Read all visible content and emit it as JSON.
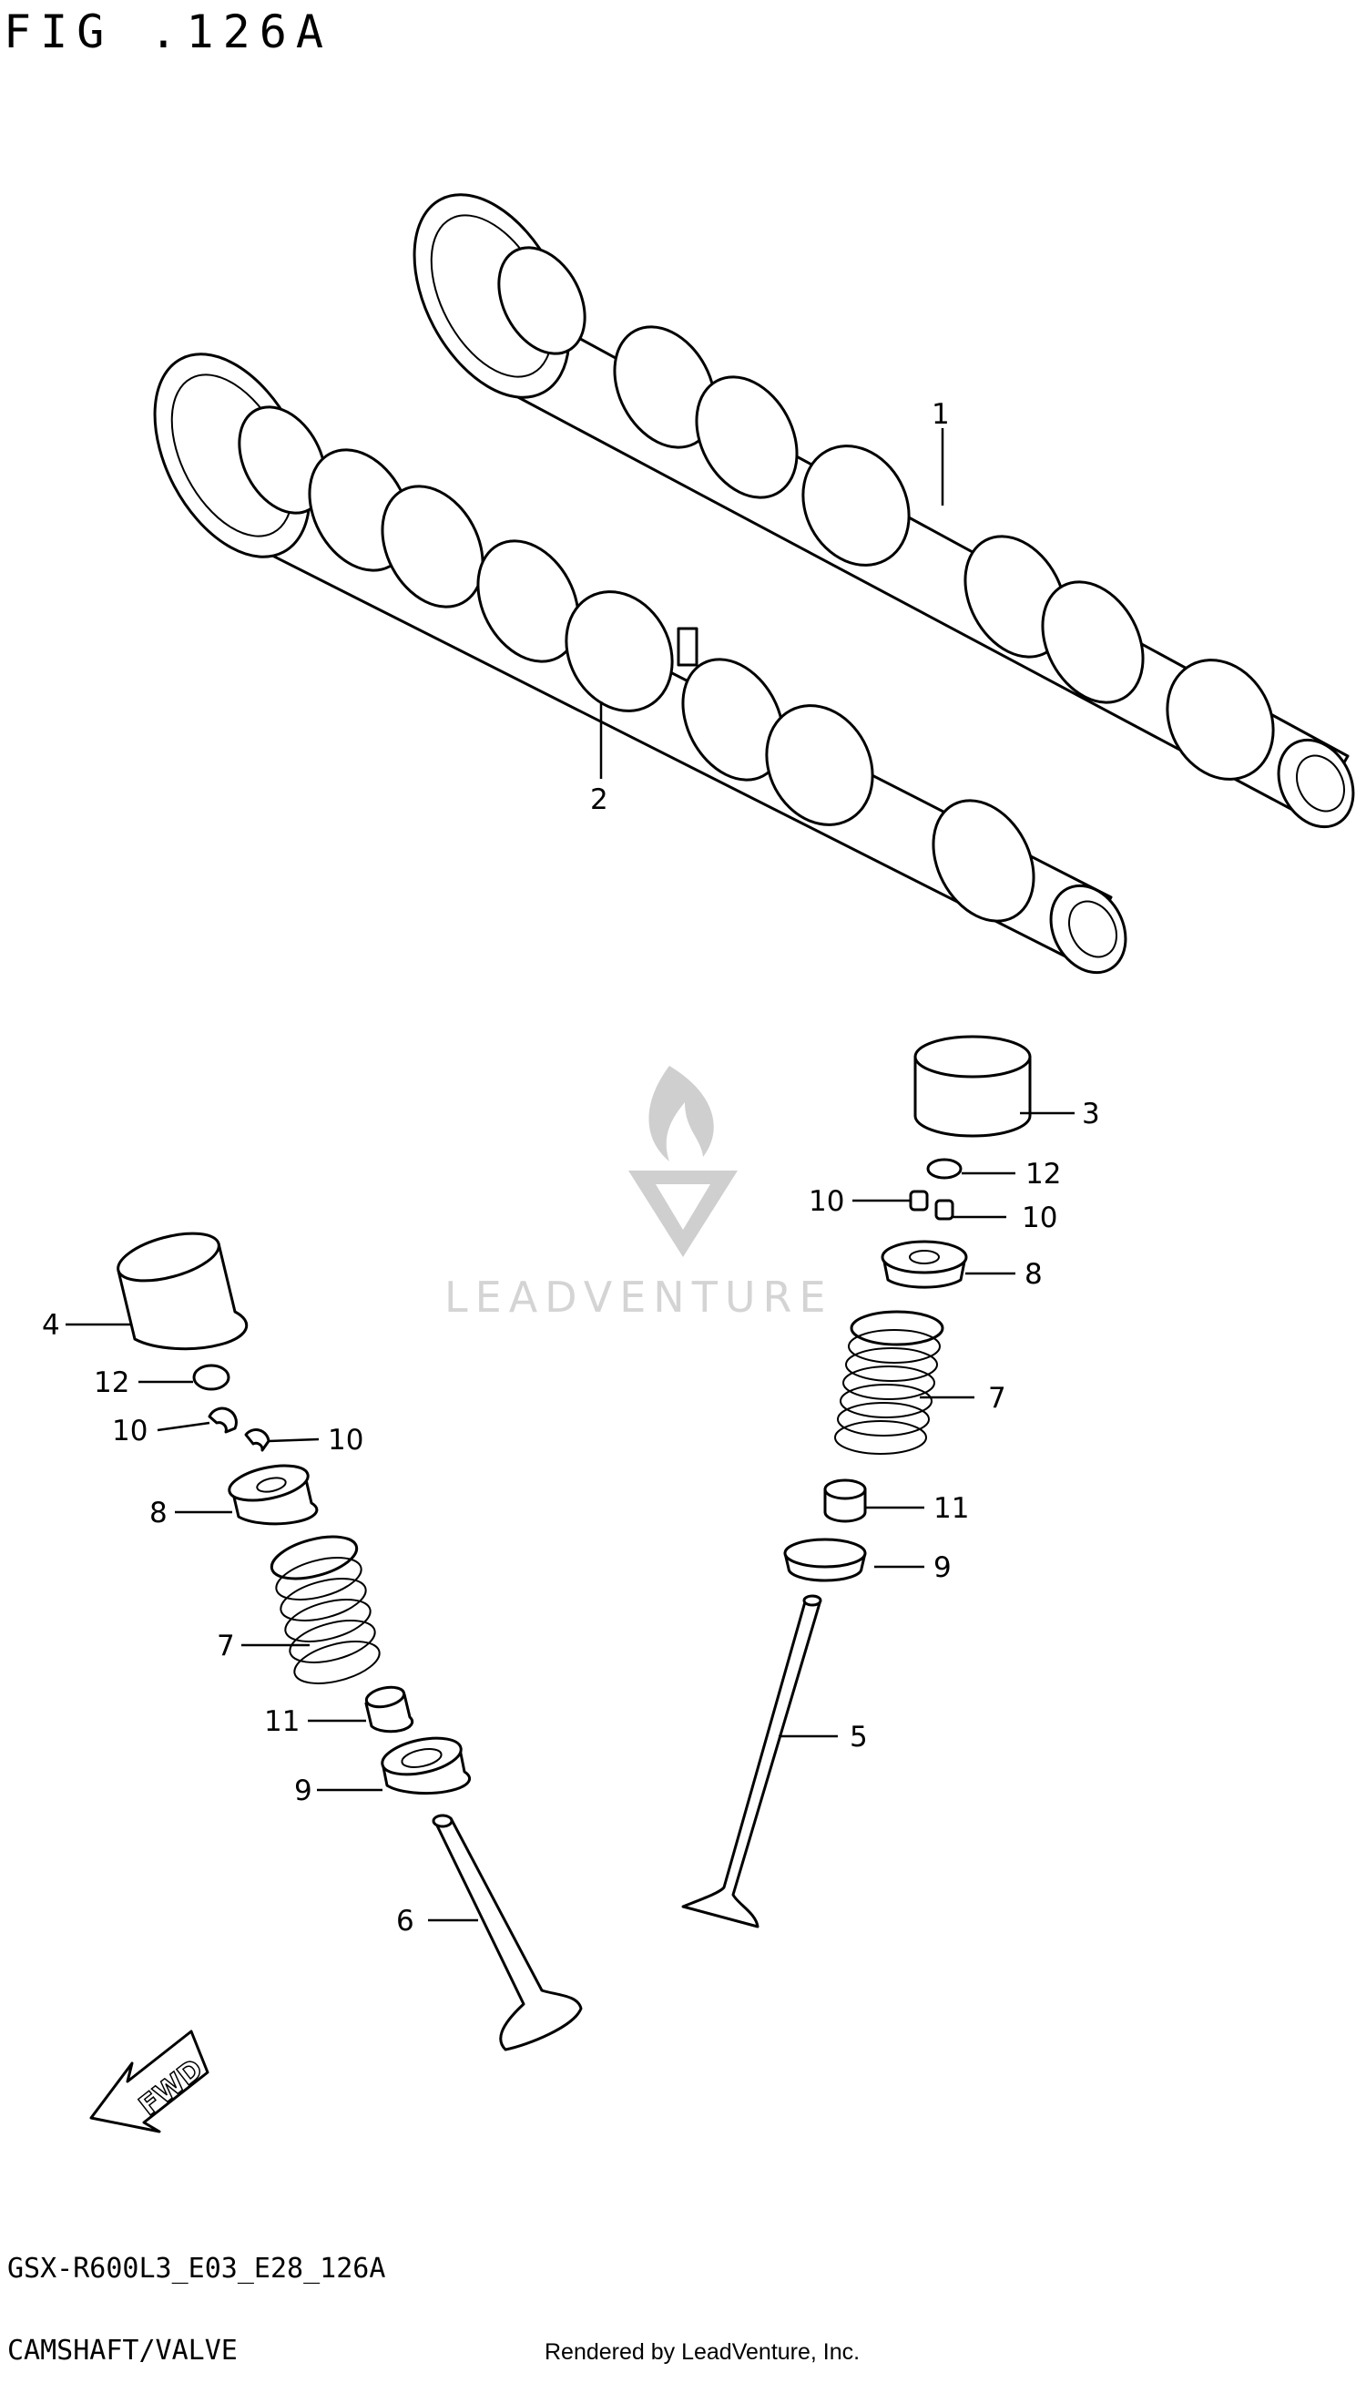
{
  "figure": {
    "title": "FIG .126A",
    "model_code": "GSX-R600L3_E03_E28_126A",
    "section_name": "CAMSHAFT/VALVE",
    "credit": "Rendered by LeadVenture, Inc.",
    "watermark": "LEADVENTURE"
  },
  "fwd_label": "FWD",
  "callouts": [
    {
      "id": "c1",
      "label": "1"
    },
    {
      "id": "c2",
      "label": "2"
    },
    {
      "id": "c3",
      "label": "3"
    },
    {
      "id": "c4",
      "label": "4"
    },
    {
      "id": "c5",
      "label": "5"
    },
    {
      "id": "c6",
      "label": "6"
    },
    {
      "id": "c7a",
      "label": "7"
    },
    {
      "id": "c7b",
      "label": "7"
    },
    {
      "id": "c8a",
      "label": "8"
    },
    {
      "id": "c8b",
      "label": "8"
    },
    {
      "id": "c9a",
      "label": "9"
    },
    {
      "id": "c9b",
      "label": "9"
    },
    {
      "id": "c10a",
      "label": "10"
    },
    {
      "id": "c10b",
      "label": "10"
    },
    {
      "id": "c10c",
      "label": "10"
    },
    {
      "id": "c10d",
      "label": "10"
    },
    {
      "id": "c11a",
      "label": "11"
    },
    {
      "id": "c11b",
      "label": "11"
    },
    {
      "id": "c12a",
      "label": "12"
    },
    {
      "id": "c12b",
      "label": "12"
    }
  ]
}
